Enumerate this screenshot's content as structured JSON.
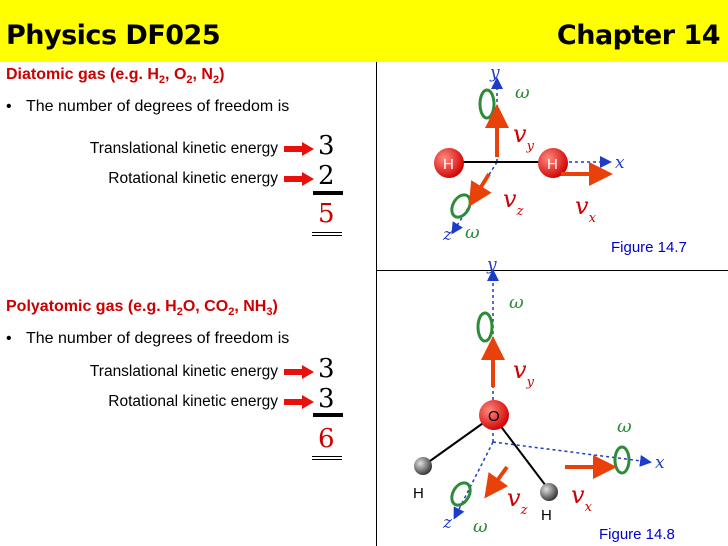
{
  "header": {
    "left": "Physics DF025",
    "right": "Chapter 14"
  },
  "diatomic": {
    "title_pre": "Diatomic gas (e.g. H",
    "s1": "2",
    "mid1": ", O",
    "s2": "2",
    "mid2": ", N",
    "s3": "2",
    "title_post": ")",
    "bullet": "•",
    "bullet_text": "The number of degrees of freedom is",
    "trans_label": "Translational kinetic energy",
    "trans_value": "3",
    "rot_label": "Rotational kinetic energy",
    "rot_value": "2",
    "total": "5"
  },
  "polyatomic": {
    "title_pre": "Polyatomic gas (e.g. H",
    "s1": "2",
    "mid1": "O, CO",
    "s2": "2",
    "mid2": ", NH",
    "s3": "3",
    "title_post": ")",
    "bullet": "•",
    "bullet_text": "The number of degrees of freedom is",
    "trans_label": "Translational kinetic energy",
    "trans_value": "3",
    "rot_label": "Rotational kinetic energy",
    "rot_value": "3",
    "total": "6"
  },
  "fig1": {
    "caption": "Figure  14.7",
    "axis_x": "x",
    "axis_y": "y",
    "axis_z": "z",
    "omega": "ω",
    "atom_left": "H",
    "atom_right": "H",
    "v": "v",
    "sub_x": "x",
    "sub_y": "y",
    "sub_z": "z"
  },
  "fig2": {
    "caption": "Figure  14.8",
    "axis_x": "x",
    "axis_y": "y",
    "axis_z": "z",
    "omega": "ω",
    "atom_center": "O",
    "atom_left": "H",
    "atom_right": "H",
    "v": "v",
    "sub_x": "x",
    "sub_y": "y",
    "sub_z": "z"
  },
  "colors": {
    "header_bg": "#ffff00",
    "accent_red": "#cc0000",
    "figure_blue": "#0000cc",
    "rotation_green": "#2e8b3a"
  }
}
